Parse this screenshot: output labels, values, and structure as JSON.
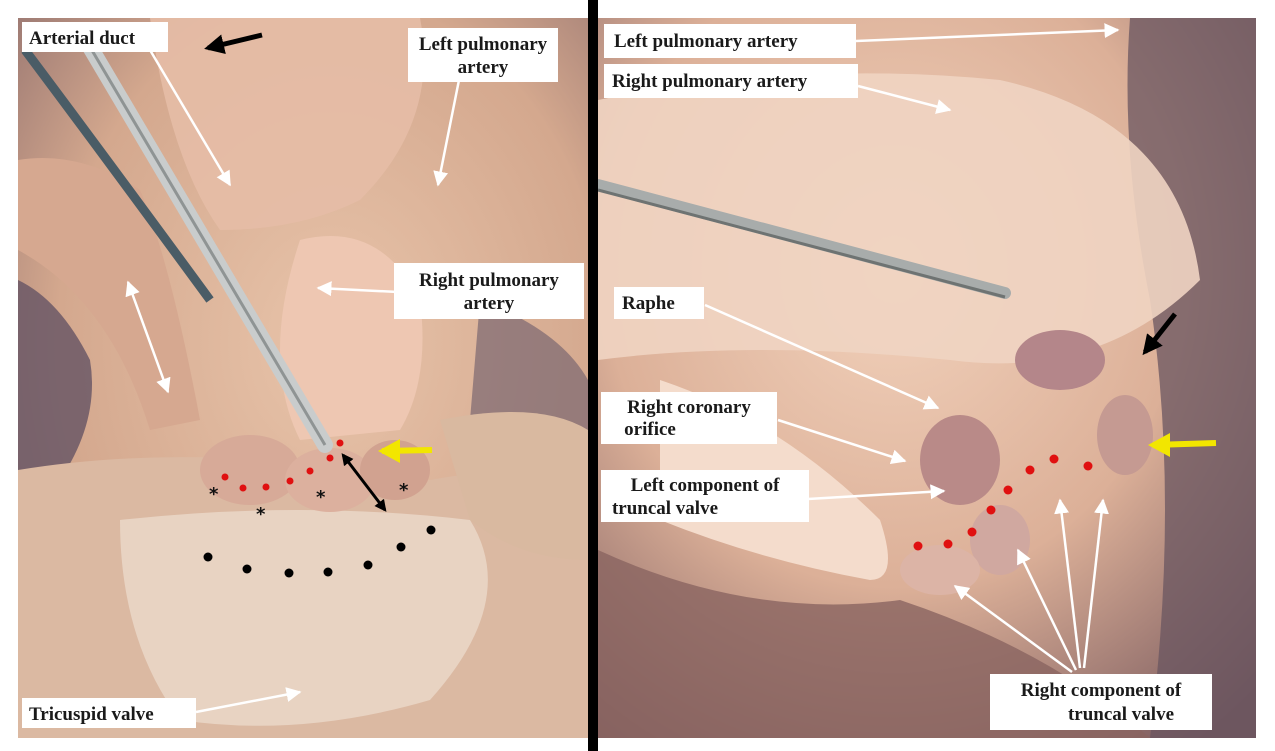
{
  "figure": {
    "left_panel": {
      "labels": {
        "arterial_duct": "Arterial duct",
        "left_pulmonary_artery_line1": "Left pulmonary",
        "left_pulmonary_artery_line2": "artery",
        "right_pulmonary_artery_line1": "Right pulmonary",
        "right_pulmonary_artery_line2": "artery",
        "tricuspid_valve": "Tricuspid valve"
      },
      "markers": {
        "asterisk": "*"
      }
    },
    "right_panel": {
      "labels": {
        "left_pulmonary_artery": "Left pulmonary artery",
        "right_pulmonary_artery": "Right pulmonary artery",
        "raphe": "Raphe",
        "right_coronary_orifice_line1": "Right coronary",
        "right_coronary_orifice_line2": "orifice",
        "left_component_line1": "Left component of",
        "left_component_line2": "truncal valve",
        "right_component_line1": "Right component of",
        "right_component_line2": "truncal valve"
      }
    },
    "colors": {
      "red_dots": "#e01010",
      "black_dots": "#000000",
      "yellow_arrow": "#f2e600",
      "black_arrow": "#000000",
      "pointer_lines": "#ffffff",
      "divider": "#000000"
    }
  }
}
